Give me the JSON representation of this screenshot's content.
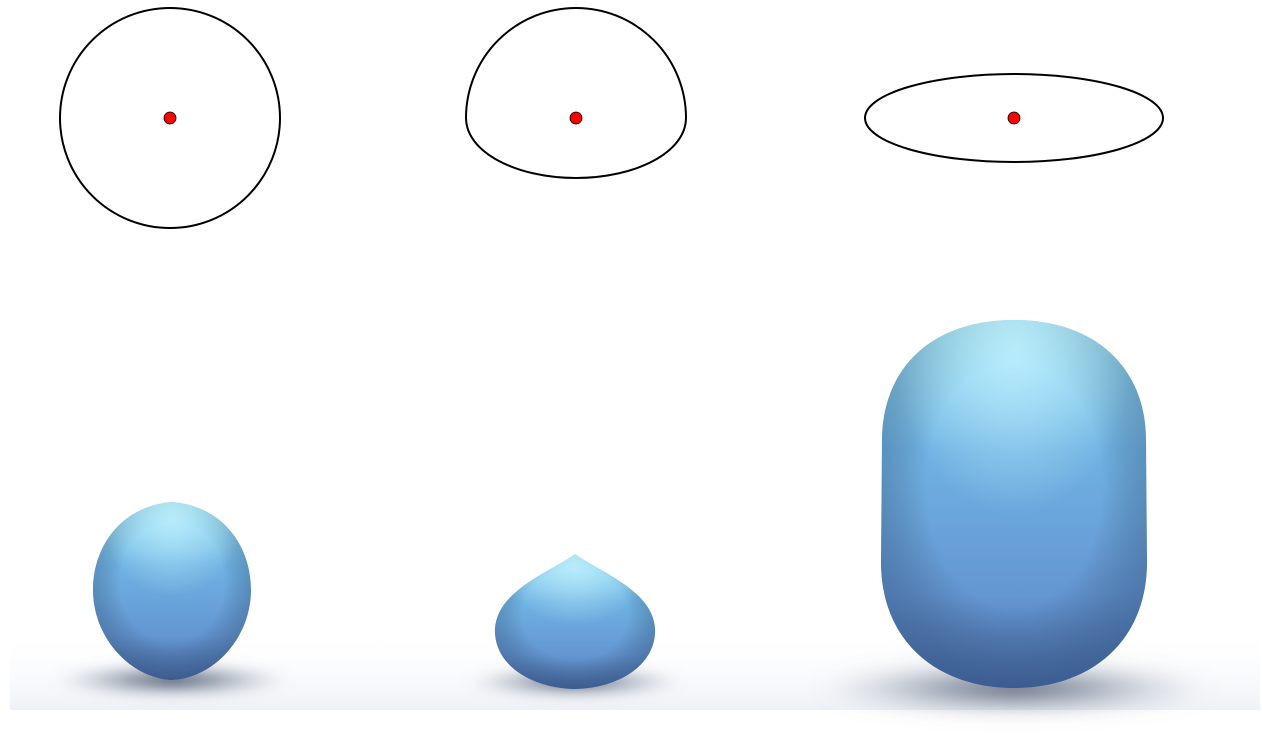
{
  "figure": {
    "panels": [
      {
        "outline_shape": "circle",
        "render_shape": "sphere"
      },
      {
        "outline_shape": "half-dome",
        "render_shape": "cone-tipped dome"
      },
      {
        "outline_shape": "flat ellipse",
        "render_shape": "tall rounded capsule"
      }
    ],
    "colors": {
      "outline": "#000000",
      "center_dot": "#ff0000",
      "blob_highlight": "#9fe6fa",
      "blob_body": "#6496d2",
      "blob_dark": "#3a5f96",
      "shadow": "#2a3a55",
      "background": "#ffffff"
    }
  }
}
